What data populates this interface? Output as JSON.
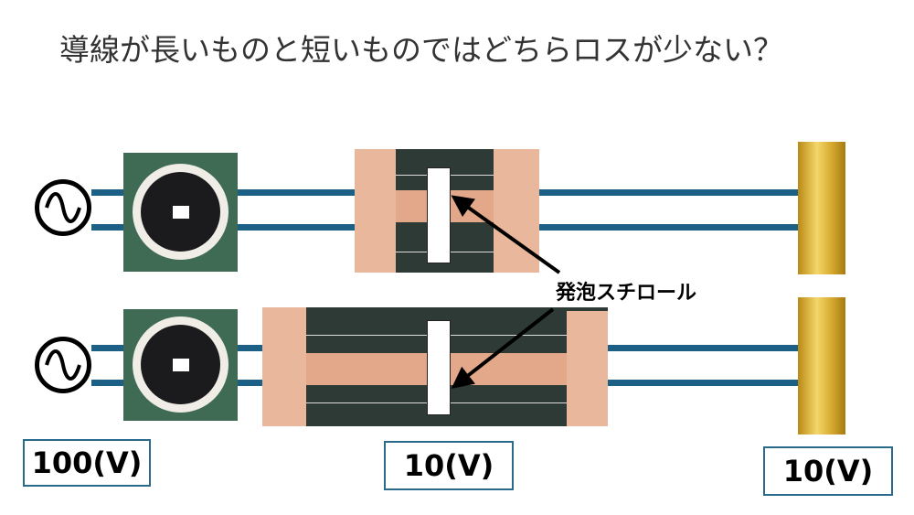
{
  "slide": {
    "title": "導線が長いものと短いものではどちらロスが少ない？",
    "annotation": "発泡スチロール",
    "source_voltage": "100(V)",
    "middle_voltage": "10(V)",
    "load_voltage": "10(V)",
    "wire_color": "#1c6185",
    "box_border_color": "#2a6a8a"
  }
}
